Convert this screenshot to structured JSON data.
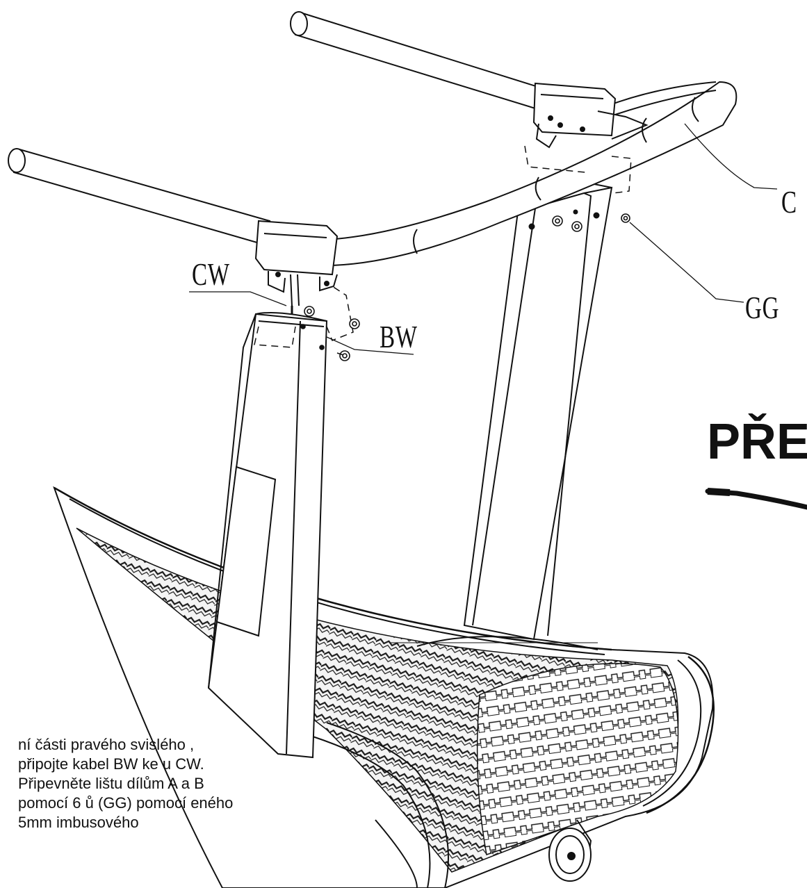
{
  "callouts": {
    "c": "C",
    "cw": "CW",
    "gg": "GG",
    "bw": "BW"
  },
  "section_heading": "PŘE",
  "instructions": "ní části pravého svislého , připojte kabel BW ke u CW. Připevněte lištu dílům A a B pomocí 6 ů (GG) pomocí eného 5mm imbusového",
  "icons": {
    "allen_key": "allen-wrench-icon"
  },
  "colors": {
    "line": "#111111",
    "belt": "#2a2a2a",
    "background": "#ffffff"
  }
}
